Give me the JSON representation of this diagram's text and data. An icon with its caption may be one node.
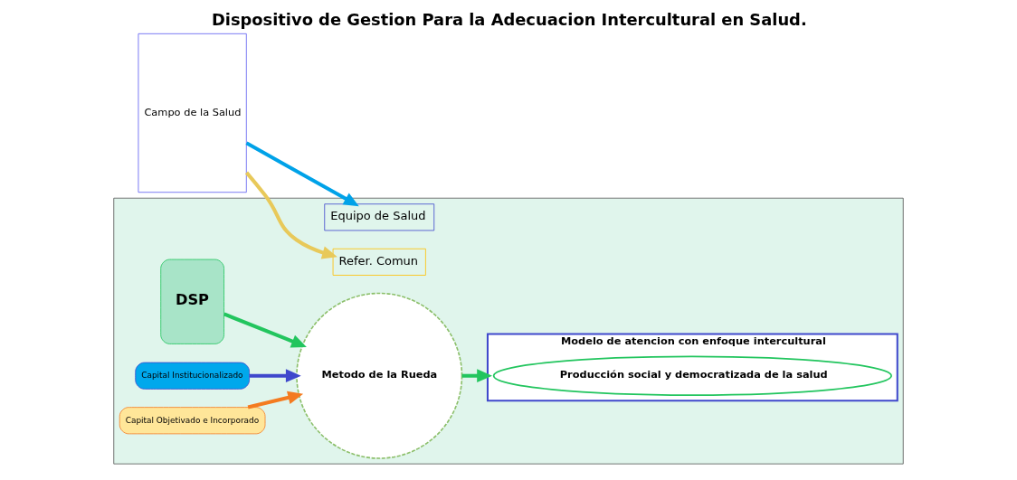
{
  "diagram": {
    "title": "Dispositivo de Gestion Para la Adecuacion Intercultural en Salud.",
    "nodes": [
      {
        "text": [
          "Campo de la Salud"
        ]
      },
      {
        "text": [],
        "shape": "box"
      },
      {
        "text": [
          "Equipo de Salud"
        ],
        "in": 1
      },
      {
        "text": [
          "DSP"
        ],
        "in": 1
      },
      {
        "text": [
          "Refer. Comun"
        ],
        "in": 1
      },
      {
        "text": [
          "Capital Institucionalizado"
        ],
        "in": 1
      },
      {
        "text": [
          "Metodo de la Rueda"
        ],
        "in": 1
      },
      {
        "text": [
          "Capital Objetivado e Incorporado"
        ],
        "in": 1
      },
      {
        "text": [
          "Modelo de atencion con enfoque intercultural"
        ],
        "in": 1
      },
      {
        "text": [
          "Producción social y democratizada de la salud"
        ],
        "in": 8
      }
    ],
    "edges": [
      {
        "from": 0,
        "to": 2,
        "arrow": "to",
        "color": "#00a2e8"
      },
      {
        "from": 0,
        "to": 4,
        "arrow": "to",
        "color": "#e8c95a"
      },
      {
        "from": 5,
        "to": 6,
        "arrow": "to",
        "color": "#3f48cc"
      },
      {
        "from": 3,
        "to": 6,
        "arrow": "to",
        "color": "#22c55e"
      },
      {
        "from": 7,
        "to": 6,
        "arrow": "to",
        "color": "#f47b20"
      },
      {
        "from": 6,
        "to": 8,
        "arrow": "to",
        "color": "#22c55e"
      }
    ]
  }
}
